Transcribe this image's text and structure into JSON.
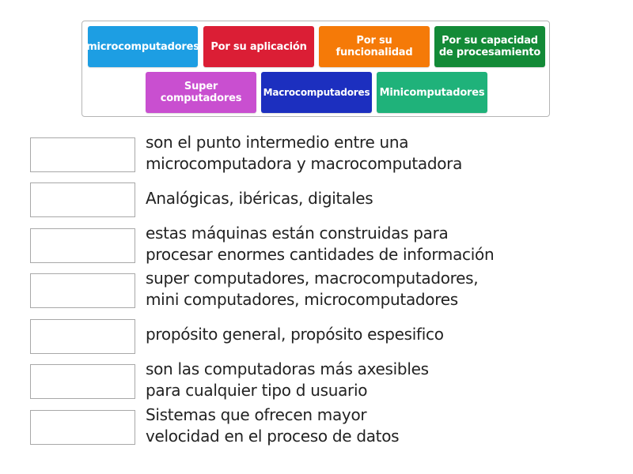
{
  "tiles": [
    {
      "label": "microcomputadores",
      "color": "#1d9ee3"
    },
    {
      "label": "Por su aplicación",
      "color": "#db1e35"
    },
    {
      "label": "Por su\nfuncionalidad",
      "color": "#f57a08"
    },
    {
      "label": "Por su capacidad\nde procesamiento",
      "color": "#138a37"
    },
    {
      "label": "Super\ncomputadores",
      "color": "#c94fd0"
    },
    {
      "label": "Macrocomputadores",
      "color": "#1c2fbf"
    },
    {
      "label": "Minicomputadores",
      "color": "#1fb27a"
    }
  ],
  "statements": [
    {
      "text": "son el punto intermedio entre una\nmicrocomputadora y macrocomputadora"
    },
    {
      "text": "Analógicas, ibéricas, digitales"
    },
    {
      "text": "estas máquinas están construidas para\nprocesar enormes cantidades de información"
    },
    {
      "text": "super computadores, macrocomputadores,\nmini computadores, microcomputadores"
    },
    {
      "text": "propósito general, propósito espesifico"
    },
    {
      "text": "son las computadoras más axesibles\npara cualquier tipo d usuario"
    },
    {
      "text": "Sistemas que ofrecen mayor\nvelocidad en el proceso de datos"
    }
  ]
}
